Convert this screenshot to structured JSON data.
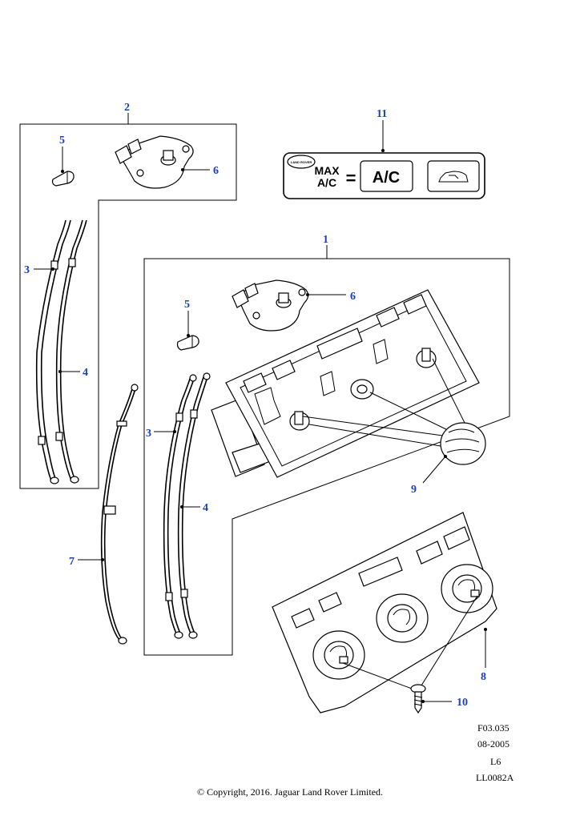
{
  "callouts": {
    "c1": "1",
    "c2": "2",
    "c3a": "3",
    "c3b": "3",
    "c4a": "4",
    "c4b": "4",
    "c5a": "5",
    "c5b": "5",
    "c6a": "6",
    "c6b": "6",
    "c7": "7",
    "c8": "8",
    "c9": "9",
    "c10": "10",
    "c11": "11"
  },
  "label_11": {
    "max_line1": "MAX",
    "max_line2": "A/C",
    "equals": "=",
    "ac_button": "A/C",
    "logo": "LAND ROVER",
    "rear_icon": "rear-defrost-car-icon"
  },
  "meta": {
    "line1": "F03.035",
    "line2": "08-2005",
    "line3": "L6",
    "line4": "LL0082A"
  },
  "copyright": "© Copyright, 2016. Jaguar Land Rover Limited.",
  "colors": {
    "callout": "#1a3fbf",
    "line": "#000000"
  }
}
